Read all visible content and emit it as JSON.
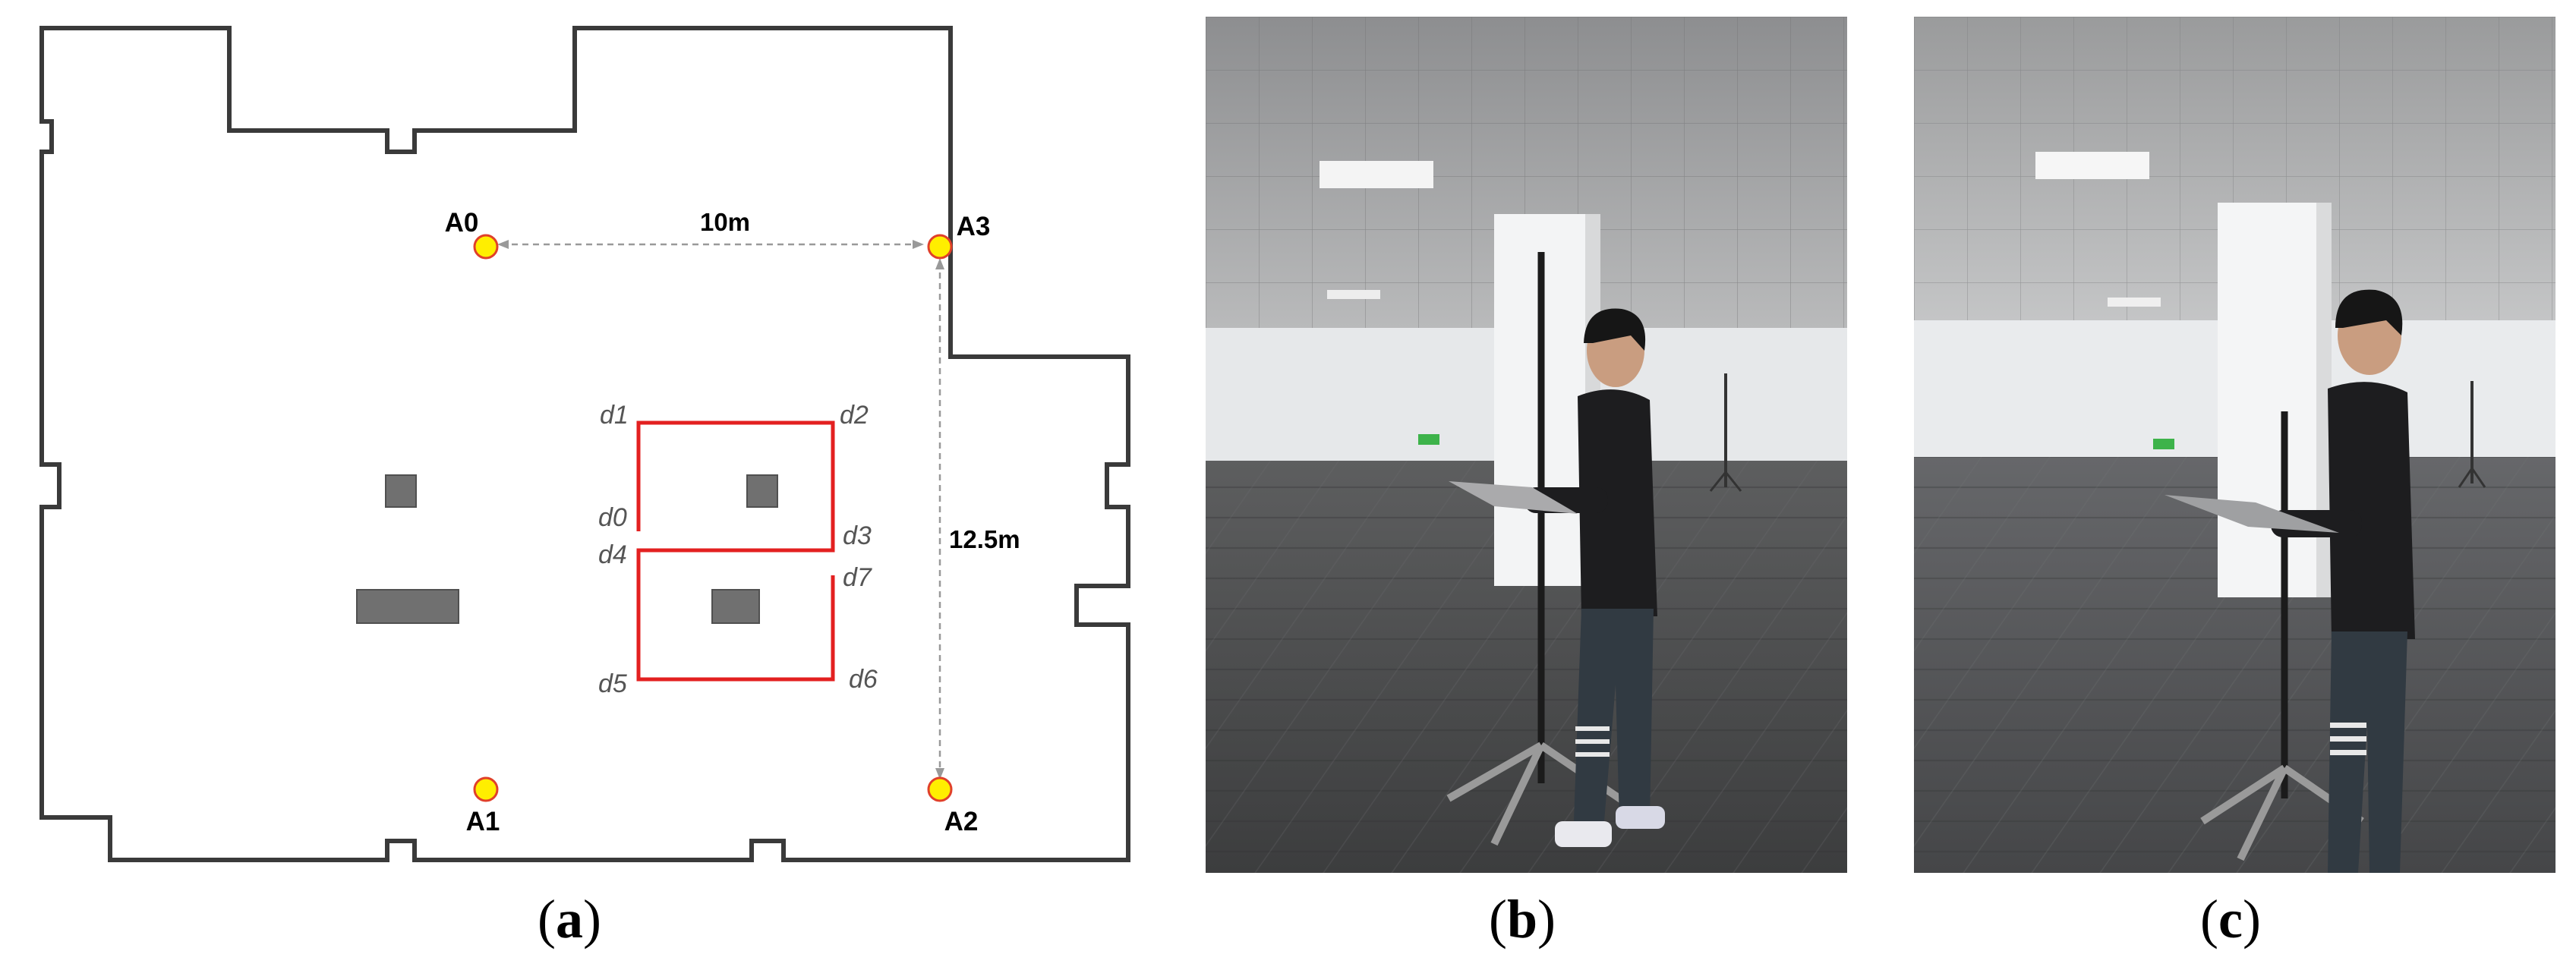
{
  "panel_a": {
    "anchors": [
      {
        "label": "A0"
      },
      {
        "label": "A1"
      },
      {
        "label": "A2"
      },
      {
        "label": "A3"
      }
    ],
    "dimension_horizontal": "10m",
    "dimension_vertical": "12.5m",
    "waypoints": [
      "d0",
      "d1",
      "d2",
      "d3",
      "d4",
      "d5",
      "d6",
      "d7"
    ],
    "colors": {
      "wall": "#3a3a3a",
      "path": "#e32020",
      "anchor_fill": "#ffee00",
      "anchor_stroke": "#e0402a",
      "obstacle": "#707070"
    }
  },
  "captions": {
    "a": "a",
    "b": "b",
    "c": "c"
  }
}
